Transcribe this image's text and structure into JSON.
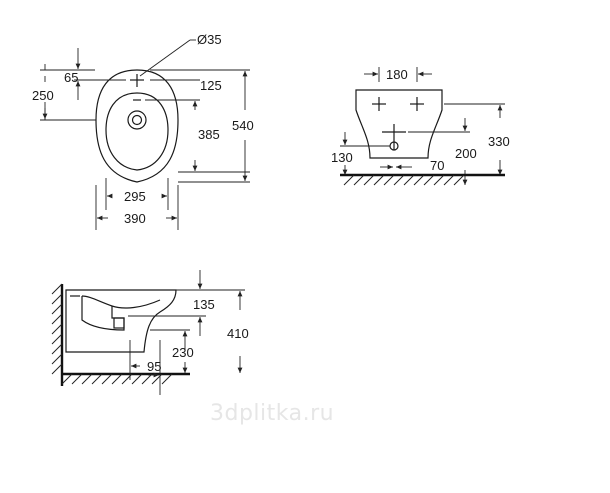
{
  "top_view": {
    "d_hole": "Ø35",
    "d65": "65",
    "d250": "250",
    "d125": "125",
    "d385": "385",
    "d540": "540",
    "d295": "295",
    "d390": "390"
  },
  "front_view": {
    "d180": "180",
    "d330": "330",
    "d200": "200",
    "d130": "130",
    "d70": "70"
  },
  "side_view": {
    "d135": "135",
    "d410": "410",
    "d230": "230",
    "d95": "95"
  },
  "watermark": "3dplitka.ru"
}
